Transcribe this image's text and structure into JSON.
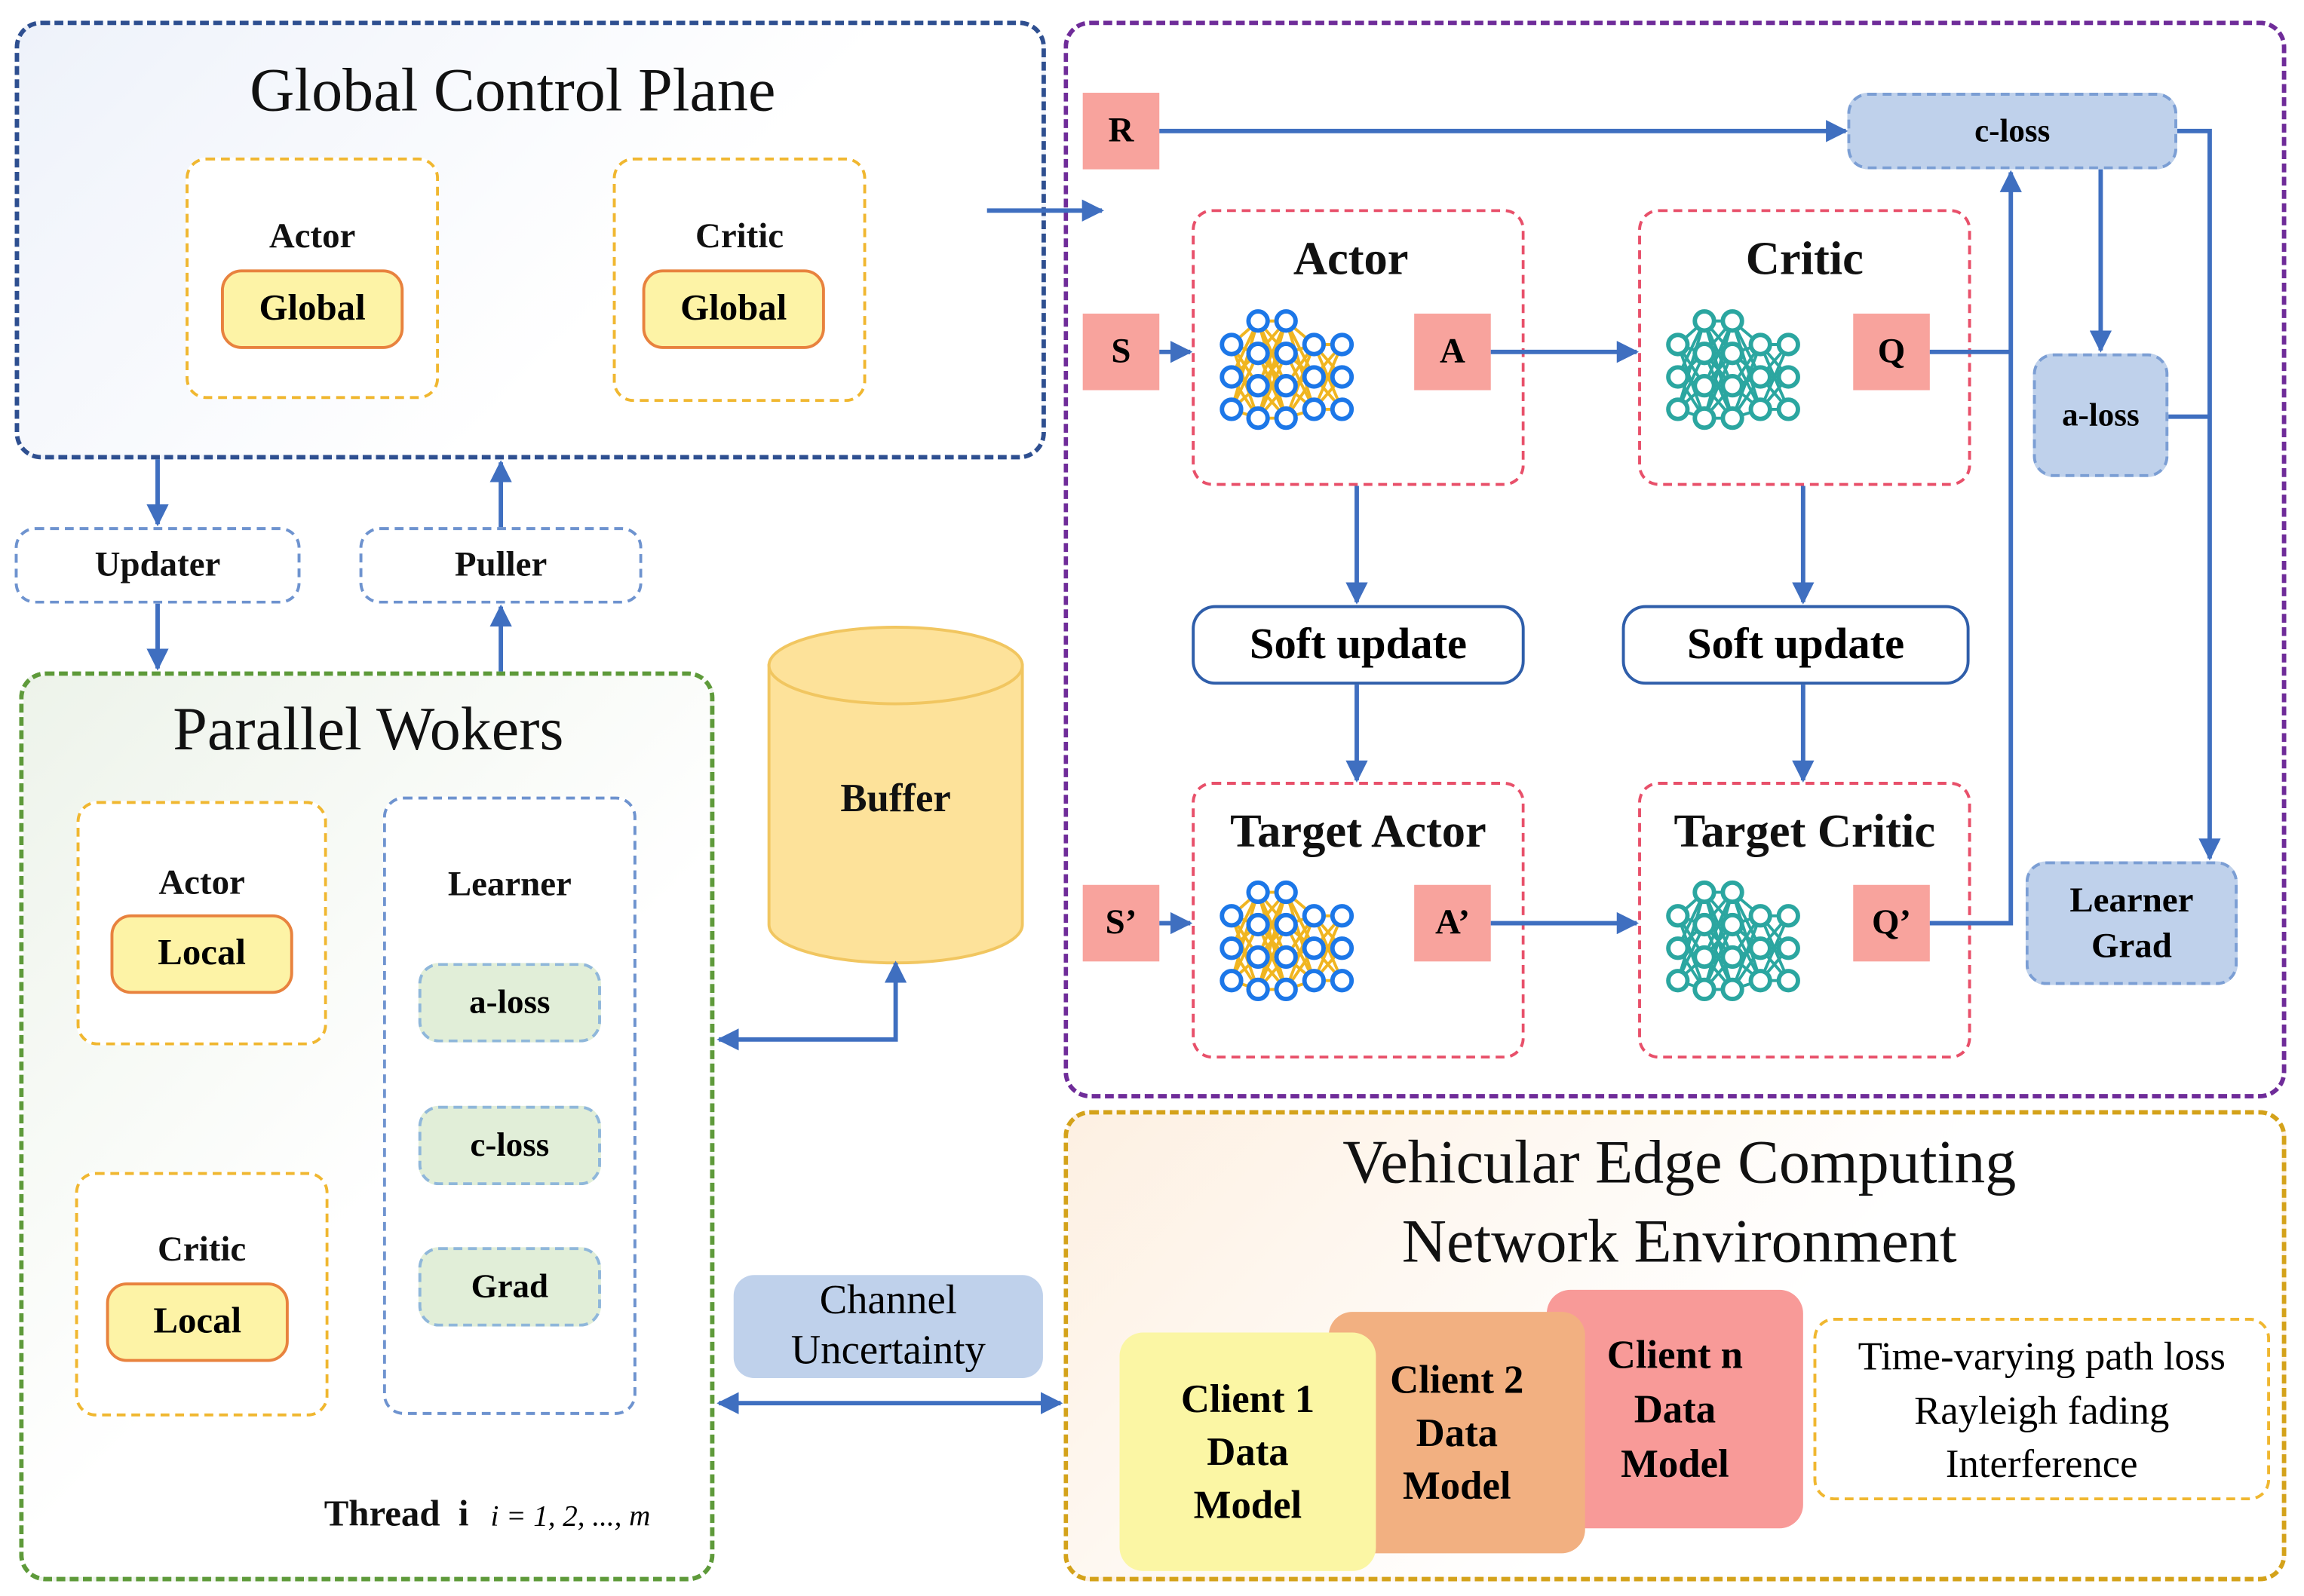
{
  "global": {
    "title": "Global Control Plane",
    "actor_label": "Actor",
    "actor_pill": "Global",
    "critic_label": "Critic",
    "critic_pill": "Global"
  },
  "connectors": {
    "updater": "Updater",
    "puller": "Puller"
  },
  "workers": {
    "title": "Parallel Wokers",
    "actor_label": "Actor",
    "actor_pill": "Local",
    "critic_label": "Critic",
    "critic_pill": "Local",
    "learner_label": "Learner",
    "learner_items": [
      "a-loss",
      "c-loss",
      "Grad"
    ],
    "thread_label": "Thread  i",
    "thread_formula": "i = 1, 2, ..., m"
  },
  "buffer": {
    "label": "Buffer"
  },
  "channel": {
    "line1": "Channel",
    "line2": "Uncertainty"
  },
  "rl": {
    "r": "R",
    "s": "S",
    "a": "A",
    "q": "Q",
    "s_prime": "S’",
    "a_prime": "A’",
    "q_prime": "Q’",
    "actor_title": "Actor",
    "critic_title": "Critic",
    "target_actor_title": "Target Actor",
    "target_critic_title": "Target Critic",
    "soft_update_1": "Soft update",
    "soft_update_2": "Soft update",
    "c_loss": "c-loss",
    "a_loss": "a-loss",
    "learner_grad_line1": "Learner",
    "learner_grad_line2": "Grad"
  },
  "vec": {
    "title_line1": "Vehicular Edge Computing",
    "title_line2": "Network Environment",
    "client1": [
      "Client 1",
      "Data",
      "Model"
    ],
    "client2": [
      "Client 2",
      "Data",
      "Model"
    ],
    "clientn": [
      "Client n",
      "Data",
      "Model"
    ],
    "conditions": [
      "Time-varying path loss",
      "Rayleigh fading",
      "Interference"
    ]
  },
  "colors": {
    "arrow": "#3f6fc0",
    "actor_net": "#f0b520",
    "actor_node": "#1c77e8",
    "critic_net": "#2ba6a0"
  },
  "icons": [
    "neural-network-icon",
    "database-cylinder-icon"
  ]
}
